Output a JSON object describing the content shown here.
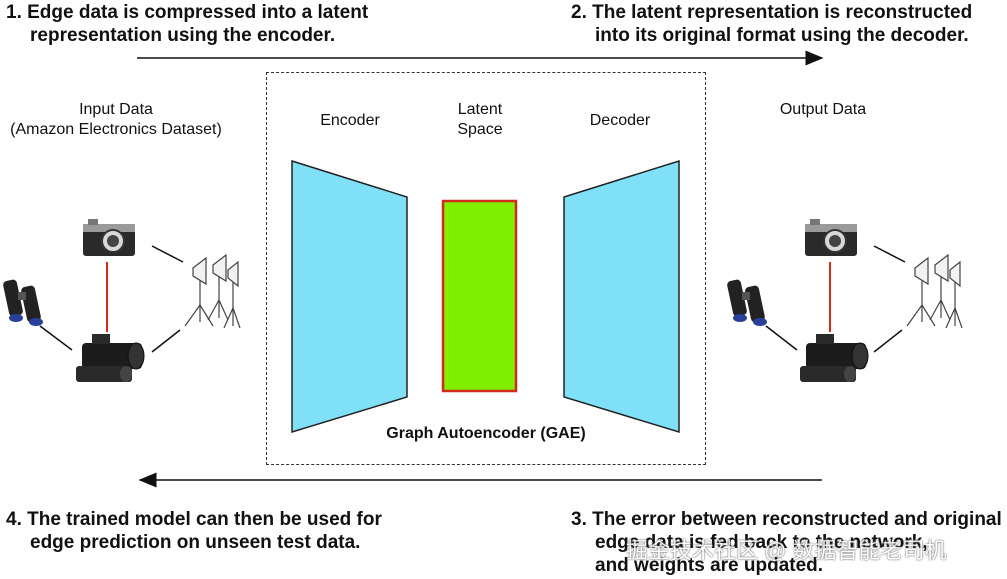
{
  "steps": {
    "step1": {
      "line1": "1. Edge data is compressed into a latent",
      "line2": "representation using the encoder."
    },
    "step2": {
      "line1": "2. The latent representation is reconstructed",
      "line2": "into its original format using the decoder."
    },
    "step3": {
      "line1": "3. The error between reconstructed and original",
      "line2": "edge data is fed back to the network,",
      "line3": "and weights are updated."
    },
    "step4": {
      "line1": "4. The trained model can then be used for",
      "line2": "edge prediction on unseen test data."
    }
  },
  "input": {
    "title": "Input Data",
    "subtitle": "(Amazon Electronics Dataset)"
  },
  "output": {
    "title": "Output Data"
  },
  "gae": {
    "encoder_label": "Encoder",
    "latent_line1": "Latent",
    "latent_line2": "Space",
    "decoder_label": "Decoder",
    "title": "Graph Autoencoder (GAE)"
  },
  "colors": {
    "encoder_fill": "#7fe0f8",
    "decoder_fill": "#7fe0f8",
    "latent_fill": "#80f000",
    "latent_border": "#d42a1a",
    "edge_highlight": "#d42a1a",
    "edge_normal": "#111111"
  },
  "graph_nodes": [
    "camera-icon",
    "binoculars-icon",
    "video-camera-icon",
    "studio-lights-icon"
  ],
  "watermark": "掘金技术社区 @ 数据智能老司机"
}
